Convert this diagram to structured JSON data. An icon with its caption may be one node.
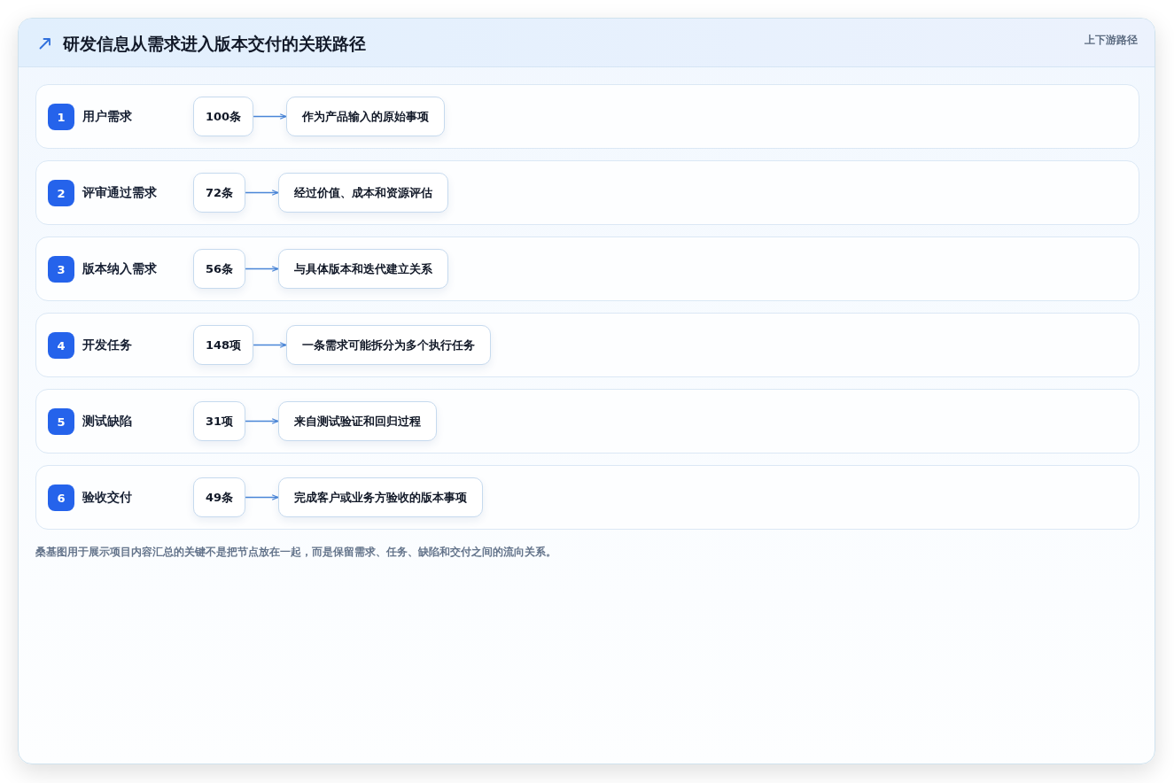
{
  "diagram": {
    "title": "研发信息从需求进入版本交付的关联路径",
    "caption": "桑基图用于展示项目内容汇总的关键不是把节点放在一起，而是保留需求、任务、缺陷和交付之间的流向关系。",
    "labels": [
      "上下游路径"
    ],
    "nodes": [
      {
        "text": [
          "用户需求"
        ]
      },
      {
        "text": [
          "1"
        ],
        "in": 0
      },
      {
        "text": [
          "100条"
        ],
        "in": 0
      },
      {
        "text": [
          "作为产品输入的原始事项"
        ],
        "in": 0
      },
      {
        "text": [
          "评审通过需求"
        ]
      },
      {
        "text": [
          "2"
        ],
        "in": 4
      },
      {
        "text": [
          "72条"
        ],
        "in": 4
      },
      {
        "text": [
          "经过价值、成本和资源评估"
        ],
        "in": 4
      },
      {
        "text": [
          "版本纳入需求"
        ]
      },
      {
        "text": [
          "3"
        ],
        "in": 8
      },
      {
        "text": [
          "56条"
        ],
        "in": 8
      },
      {
        "text": [
          "与具体版本和迭代建立关系"
        ],
        "in": 8
      },
      {
        "text": [
          "开发任务"
        ]
      },
      {
        "text": [
          "4"
        ],
        "in": 12
      },
      {
        "text": [
          "148项"
        ],
        "in": 12
      },
      {
        "text": [
          "一条需求可能拆分为多个执行任务"
        ],
        "in": 12
      },
      {
        "text": [
          "测试缺陷"
        ]
      },
      {
        "text": [
          "5"
        ],
        "in": 16
      },
      {
        "text": [
          "31项"
        ],
        "in": 16
      },
      {
        "text": [
          "来自测试验证和回归过程"
        ],
        "in": 16
      },
      {
        "text": [
          "验收交付"
        ]
      },
      {
        "text": [
          "6"
        ],
        "in": 20
      },
      {
        "text": [
          "49条"
        ],
        "in": 20
      },
      {
        "text": [
          "完成客户或业务方验收的版本事项"
        ],
        "in": 20
      }
    ],
    "edges": [
      {
        "from": 2,
        "to": 3,
        "arrow": "to"
      },
      {
        "from": 6,
        "to": 7,
        "arrow": "to"
      },
      {
        "from": 10,
        "to": 11,
        "arrow": "to"
      },
      {
        "from": 14,
        "to": 15,
        "arrow": "to"
      },
      {
        "from": 18,
        "to": 19,
        "arrow": "to"
      },
      {
        "from": 22,
        "to": 23,
        "arrow": "to"
      }
    ]
  }
}
